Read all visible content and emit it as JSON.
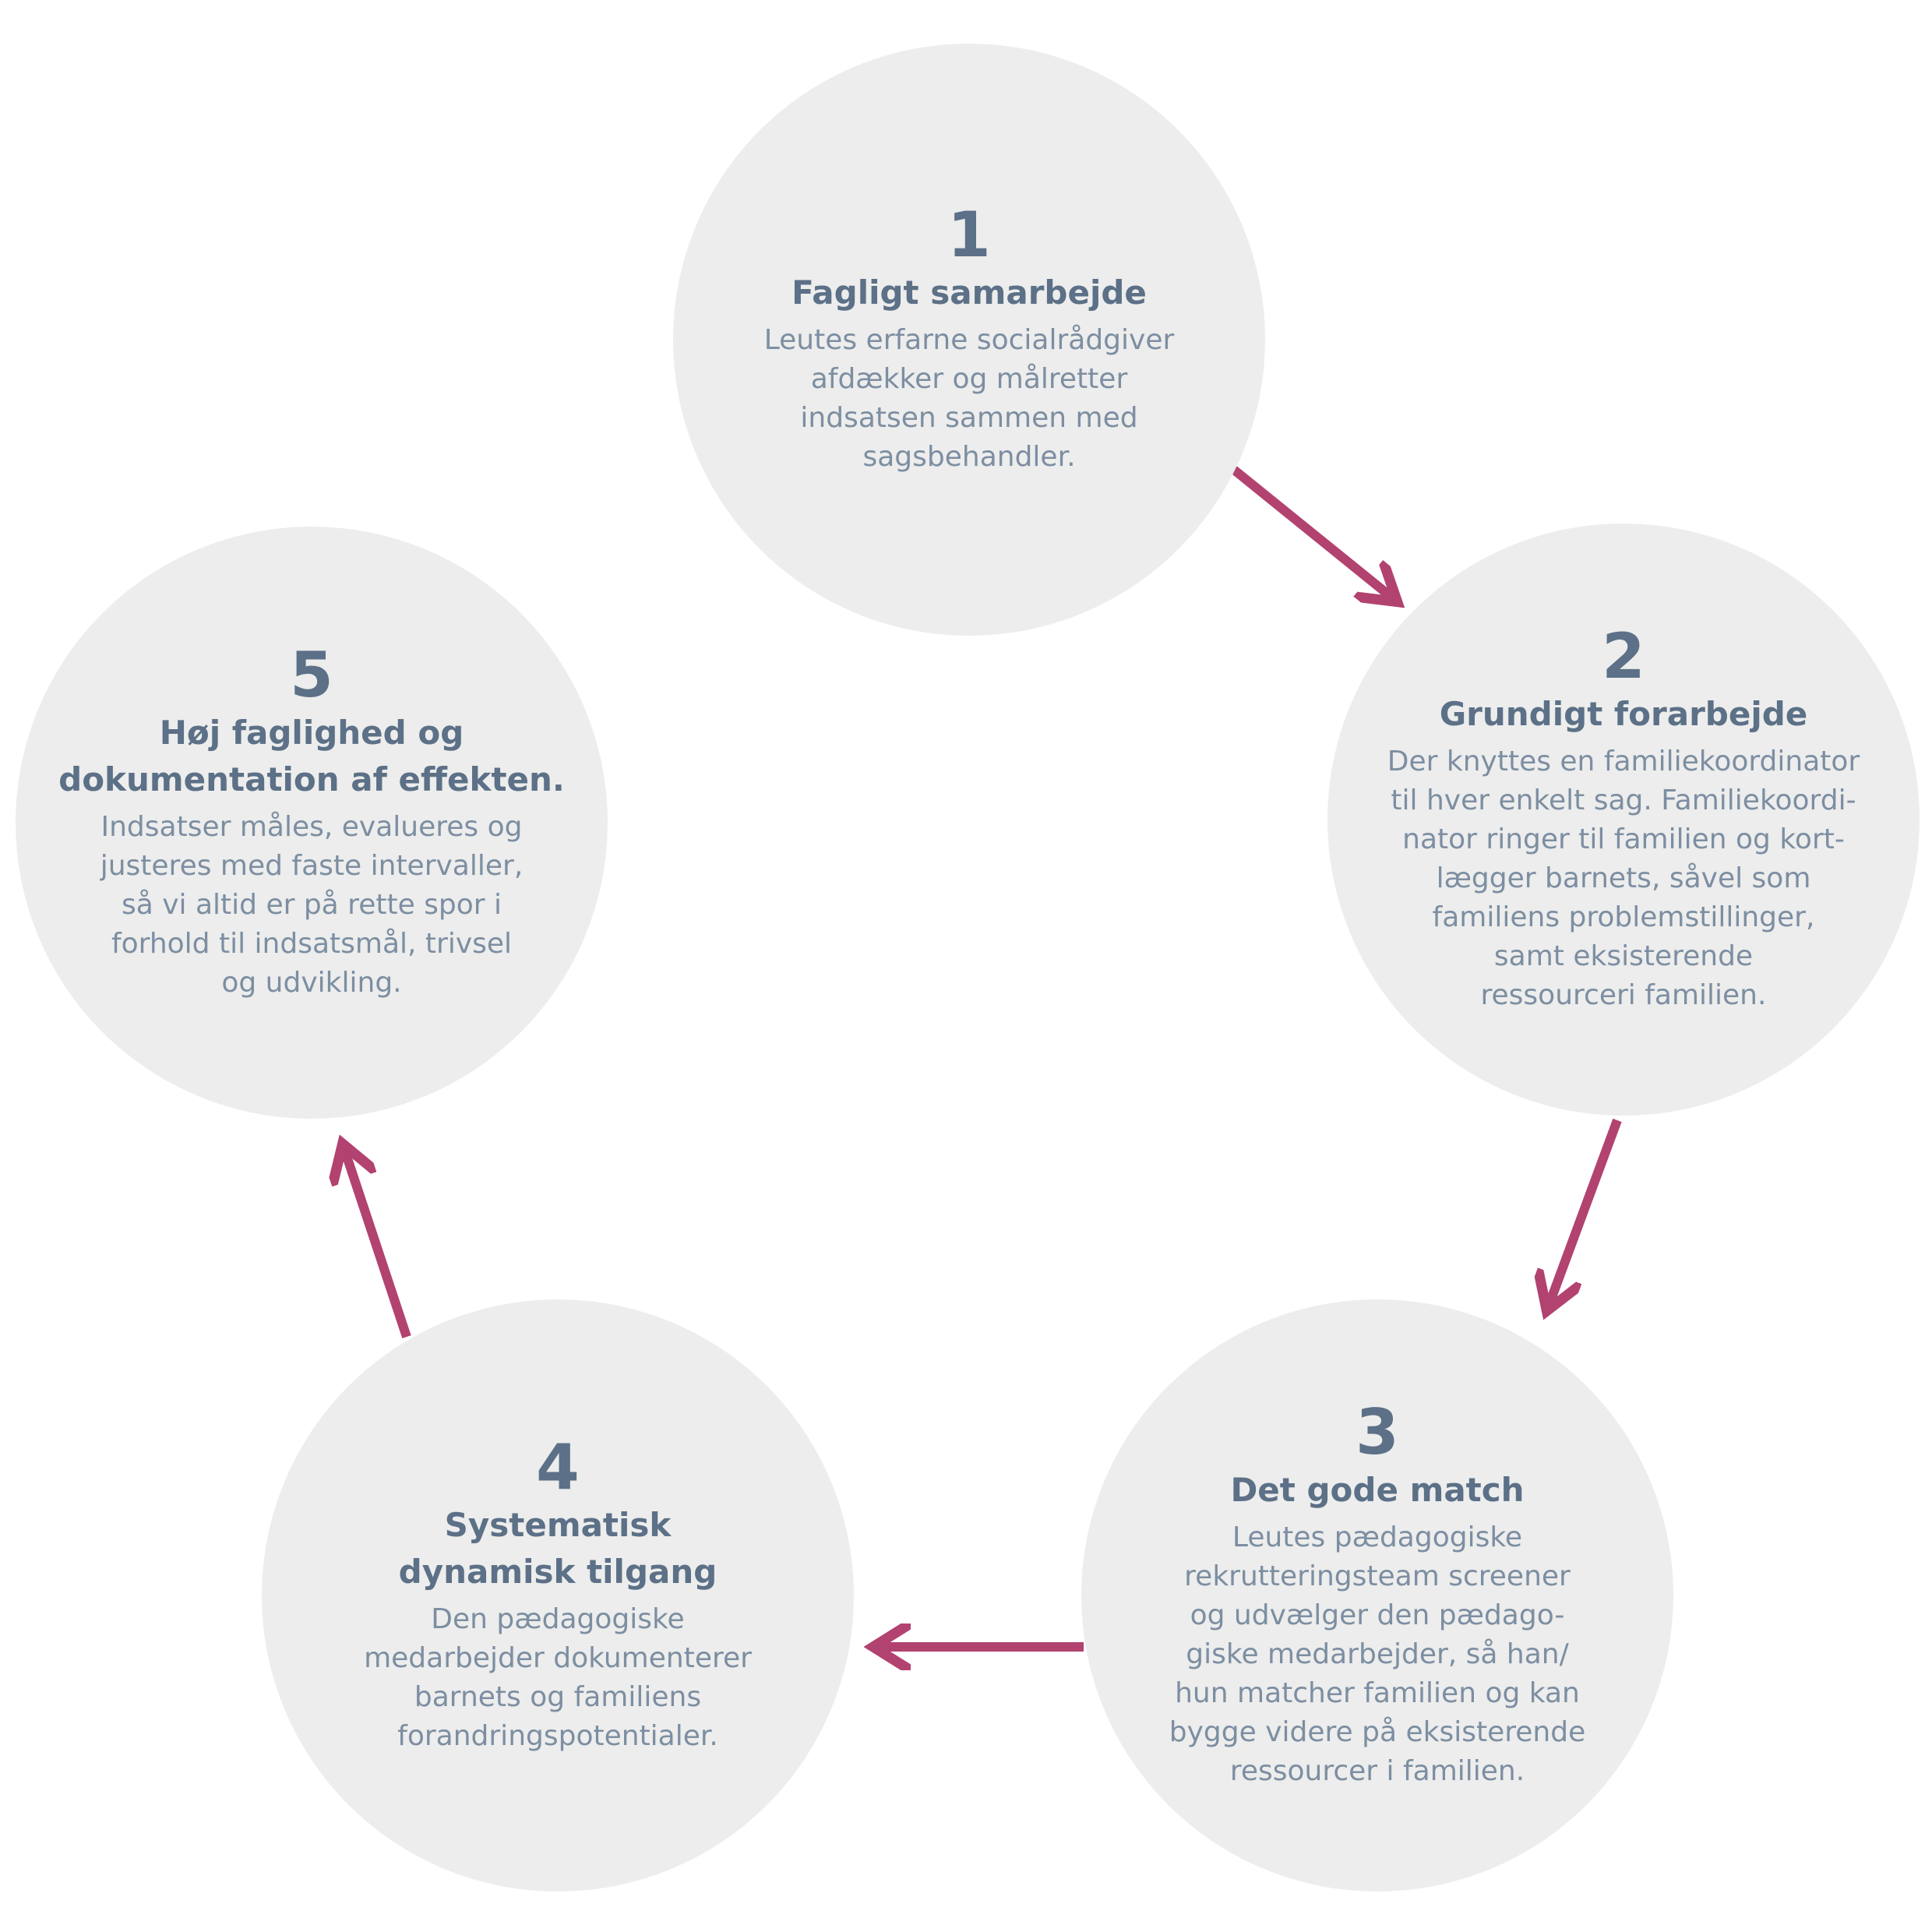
{
  "colors": {
    "circle_fill": "#ecedec",
    "heading": "#5c7087",
    "body_text": "#7d8ea2",
    "arrow": "#b2426f"
  },
  "steps": [
    {
      "number": "1",
      "title": "Fagligt samarbejde",
      "text": "Leutes erfarne socialrådgiver\nafdækker og målretter\nindsatsen sammen med\nsagsbehandler."
    },
    {
      "number": "2",
      "title": "Grundigt forarbejde",
      "text": "Der knyttes en familiekoordinator\ntil hver enkelt sag. Familiekoordi-\nnator ringer til familien og kort-\nlægger barnets, såvel som\nfamiliens problemstillinger,\nsamt eksisterende\nressourceri familien."
    },
    {
      "number": "3",
      "title": "Det gode match",
      "text": "Leutes pædagogiske\nrekrutteringsteam screener\nog udvælger den pædago-\ngiske medarbejder, så han/\nhun matcher familien og kan\nbygge videre på eksisterende\nressourcer i familien."
    },
    {
      "number": "4",
      "title": "Systematisk\ndynamisk tilgang",
      "text": "Den pædagogiske\nmedarbejder dokumenterer\nbarnets og familiens\nforandringspotentialer."
    },
    {
      "number": "5",
      "title": "Høj faglighed og\ndokumentation af effekten.",
      "text": "Indsatser måles, evalueres og\njusteres med faste intervaller,\nså vi altid er på rette spor i\nforhold til indsatsmål, trivsel\nog udvikling."
    }
  ]
}
